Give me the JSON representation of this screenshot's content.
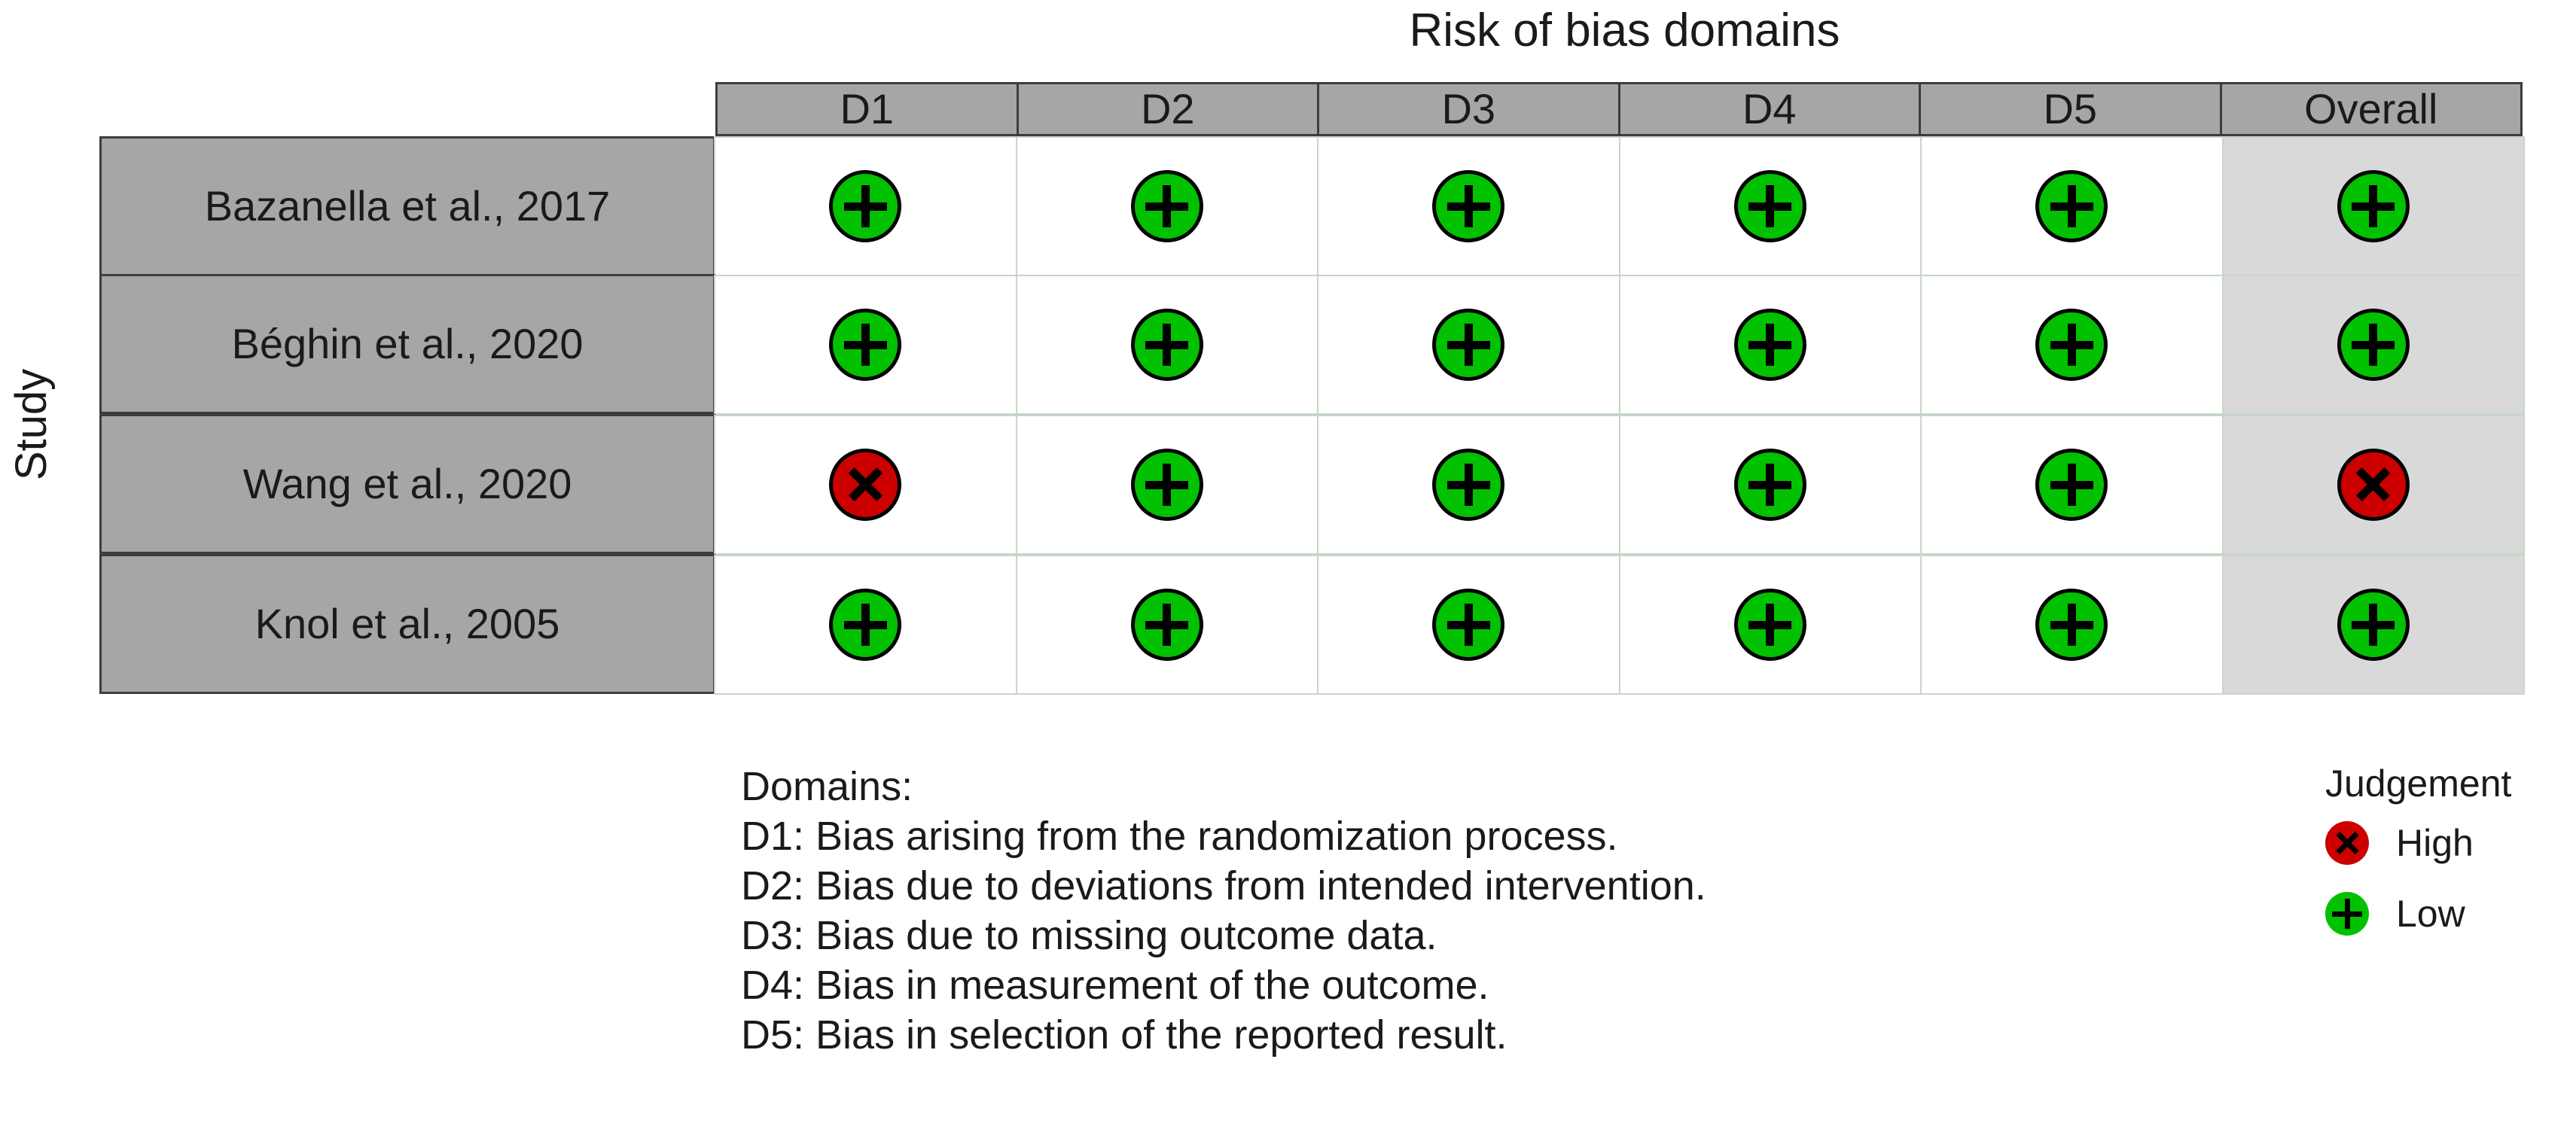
{
  "title": "Risk of bias domains",
  "y_axis_label": "Study",
  "colors": {
    "low": "#02C100",
    "high": "#CC0000",
    "header_background": "#A6A6A6",
    "study_label_background": "#A6A6A6",
    "overall_cell_background": "#D9D9D9",
    "cell_background": "#FFFFFF",
    "cell_border": "#C8D6C8",
    "header_border": "#3D3D3D"
  },
  "columns": [
    {
      "key": "D1",
      "label": "D1"
    },
    {
      "key": "D2",
      "label": "D2"
    },
    {
      "key": "D3",
      "label": "D3"
    },
    {
      "key": "D4",
      "label": "D4"
    },
    {
      "key": "D5",
      "label": "D5"
    },
    {
      "key": "Overall",
      "label": "Overall"
    }
  ],
  "rows": [
    {
      "study": "Bazanella et al., 2017",
      "judgements": [
        {
          "domain": "D1",
          "value": "Low",
          "icon": "plus-icon"
        },
        {
          "domain": "D2",
          "value": "Low",
          "icon": "plus-icon"
        },
        {
          "domain": "D3",
          "value": "Low",
          "icon": "plus-icon"
        },
        {
          "domain": "D4",
          "value": "Low",
          "icon": "plus-icon"
        },
        {
          "domain": "D5",
          "value": "Low",
          "icon": "plus-icon"
        },
        {
          "domain": "Overall",
          "value": "Low",
          "icon": "plus-icon"
        }
      ]
    },
    {
      "study": "Béghin et al., 2020",
      "judgements": [
        {
          "domain": "D1",
          "value": "Low",
          "icon": "plus-icon"
        },
        {
          "domain": "D2",
          "value": "Low",
          "icon": "plus-icon"
        },
        {
          "domain": "D3",
          "value": "Low",
          "icon": "plus-icon"
        },
        {
          "domain": "D4",
          "value": "Low",
          "icon": "plus-icon"
        },
        {
          "domain": "D5",
          "value": "Low",
          "icon": "plus-icon"
        },
        {
          "domain": "Overall",
          "value": "Low",
          "icon": "plus-icon"
        }
      ]
    },
    {
      "study": "Wang et al., 2020",
      "judgements": [
        {
          "domain": "D1",
          "value": "High",
          "icon": "cross-icon"
        },
        {
          "domain": "D2",
          "value": "Low",
          "icon": "plus-icon"
        },
        {
          "domain": "D3",
          "value": "Low",
          "icon": "plus-icon"
        },
        {
          "domain": "D4",
          "value": "Low",
          "icon": "plus-icon"
        },
        {
          "domain": "D5",
          "value": "Low",
          "icon": "plus-icon"
        },
        {
          "domain": "Overall",
          "value": "High",
          "icon": "cross-icon"
        }
      ]
    },
    {
      "study": "Knol et al., 2005",
      "judgements": [
        {
          "domain": "D1",
          "value": "Low",
          "icon": "plus-icon"
        },
        {
          "domain": "D2",
          "value": "Low",
          "icon": "plus-icon"
        },
        {
          "domain": "D3",
          "value": "Low",
          "icon": "plus-icon"
        },
        {
          "domain": "D4",
          "value": "Low",
          "icon": "plus-icon"
        },
        {
          "domain": "D5",
          "value": "Low",
          "icon": "plus-icon"
        },
        {
          "domain": "Overall",
          "value": "Low",
          "icon": "plus-icon"
        }
      ]
    }
  ],
  "domains_caption": {
    "heading": "Domains:",
    "lines": [
      "D1: Bias arising from the randomization process.",
      "D2: Bias due to deviations from intended intervention.",
      "D3: Bias due to missing outcome data.",
      "D4: Bias in measurement of the outcome.",
      "D5: Bias in selection of the reported result."
    ]
  },
  "judgement_legend": {
    "title": "Judgement",
    "items": [
      {
        "value": "High",
        "label": "High",
        "icon": "cross-icon",
        "color": "#CC0000"
      },
      {
        "value": "Low",
        "label": "Low",
        "icon": "plus-icon",
        "color": "#02C100"
      }
    ]
  },
  "chart_data": {
    "type": "table",
    "title": "Risk of bias domains",
    "xlabel": "Risk of bias domains",
    "ylabel": "Study",
    "categories": [
      "D1",
      "D2",
      "D3",
      "D4",
      "D5",
      "Overall"
    ],
    "rows": [
      "Bazanella et al., 2017",
      "Béghin et al., 2020",
      "Wang et al., 2020",
      "Knol et al., 2005"
    ],
    "values": [
      [
        "Low",
        "Low",
        "Low",
        "Low",
        "Low",
        "Low"
      ],
      [
        "Low",
        "Low",
        "Low",
        "Low",
        "Low",
        "Low"
      ],
      [
        "High",
        "Low",
        "Low",
        "Low",
        "Low",
        "High"
      ],
      [
        "Low",
        "Low",
        "Low",
        "Low",
        "Low",
        "Low"
      ]
    ],
    "legend": [
      "High",
      "Low"
    ],
    "legend_position": "right",
    "grid": true
  }
}
